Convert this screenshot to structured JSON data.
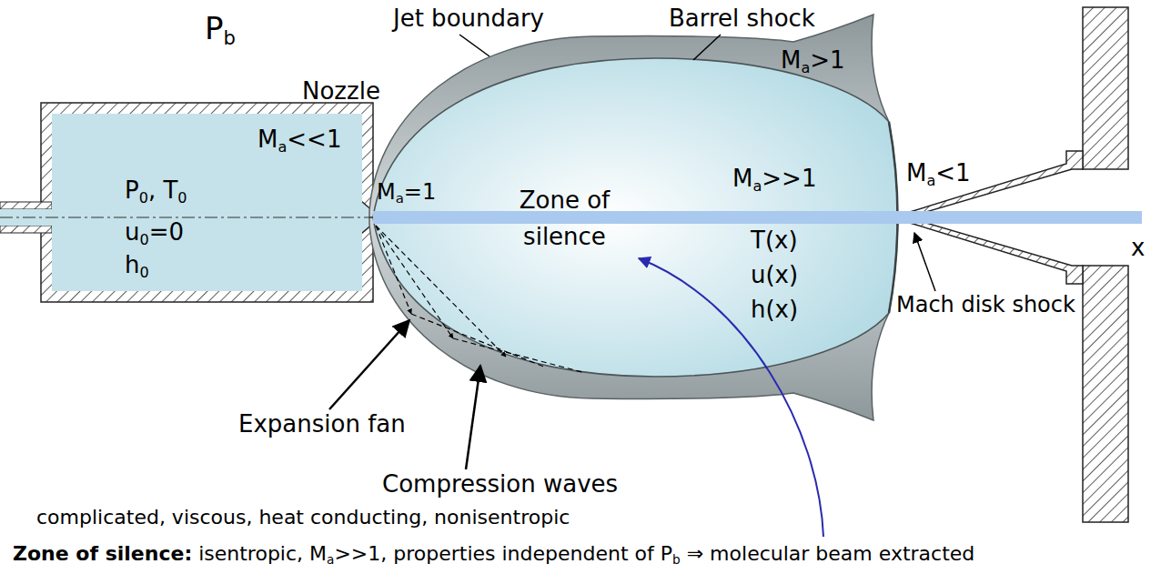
{
  "diagram": {
    "nodes": [
      {
        "text": [
          "Ma<<1",
          "P0, T0",
          "u0=0",
          "h0"
        ]
      },
      {
        "text": [
          "Zone of silence",
          "Ma>>1",
          "T(x)",
          "u(x)",
          "h(x)"
        ]
      }
    ],
    "labels": [
      "Pb",
      "Jet boundary",
      "Barrel shock",
      "Nozzle",
      "Ma=1",
      "Ma>1",
      "Ma<1",
      "x",
      "Mach disk shock",
      "Expansion fan",
      "Compression waves",
      "complicated, viscous, heat conducting, nonisentropic",
      "Zone of silence:",
      "isentropic, Ma>>1, properties independent of Pb ⇒ molecular beam extracted"
    ]
  }
}
